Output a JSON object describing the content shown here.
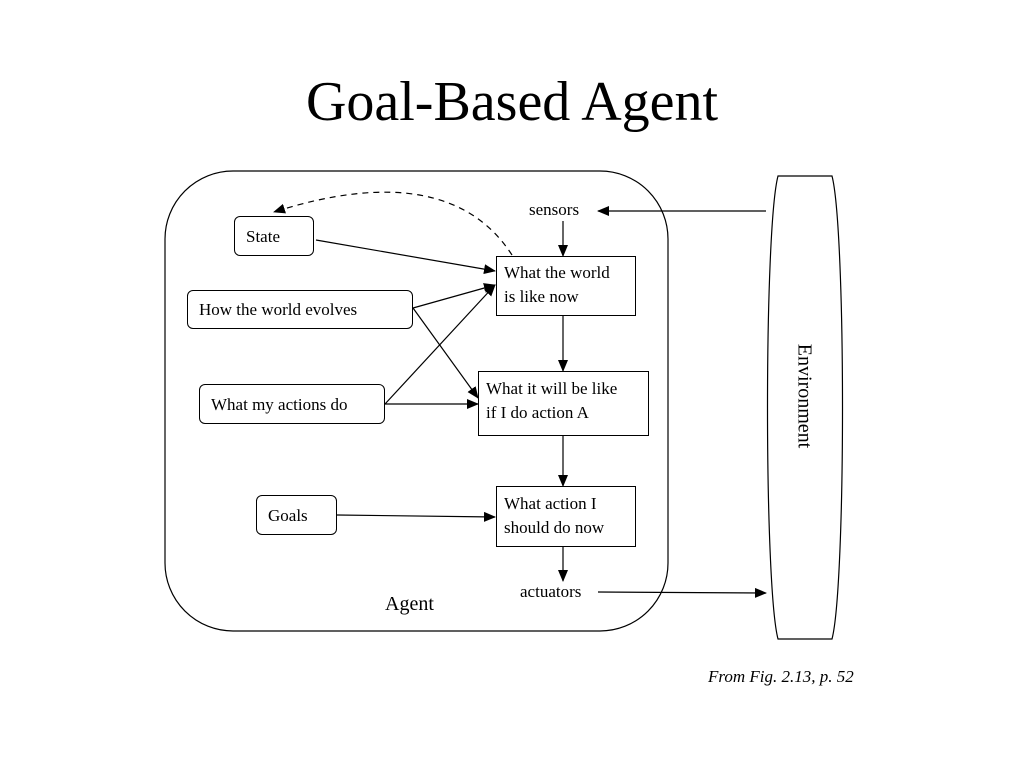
{
  "title": "Goal-Based Agent",
  "agent_label": "Agent",
  "environment_label": "Environment",
  "sensors_label": "sensors",
  "actuators_label": "actuators",
  "state_boxes": {
    "state": "State",
    "world_evolves": "How the world evolves",
    "actions_do": "What my actions do",
    "goals": "Goals"
  },
  "process_boxes": {
    "world_now": [
      "What the world",
      "is like now"
    ],
    "will_be_like": [
      "What it will be like",
      "if I do action A"
    ],
    "action_now": [
      "What action I",
      "should do now"
    ]
  },
  "citation": "From Fig. 2.13, p. 52"
}
